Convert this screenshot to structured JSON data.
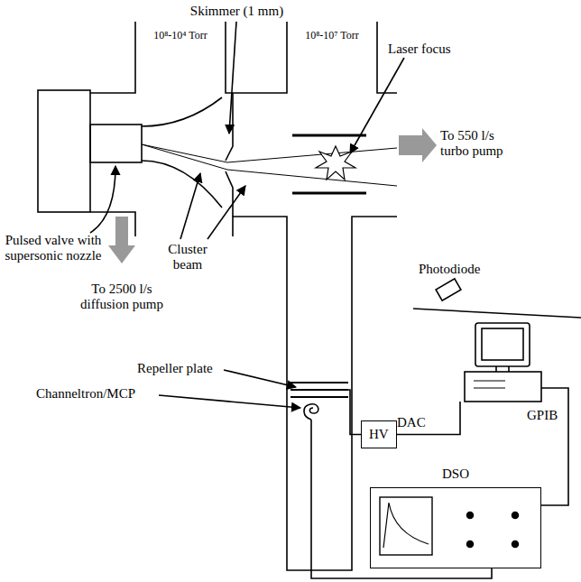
{
  "diagram": {
    "nodes": [
      {
        "text": [
          "HV"
        ]
      },
      {
        "text": [
          "DSO"
        ]
      }
    ],
    "labels": [
      "Skimmer (1 mm)",
      "10⁸-10⁴ Torr",
      "10⁸-10⁷ Torr",
      "Laser focus",
      "To 550 l/s turbo pump",
      "Pulsed valve with supersonic nozzle",
      "Cluster beam",
      "Photodiode",
      "To 2500 l/s diffusion pump",
      "Repeller plate",
      "DAC",
      "GPIB",
      "Channeltron/MCP"
    ]
  }
}
